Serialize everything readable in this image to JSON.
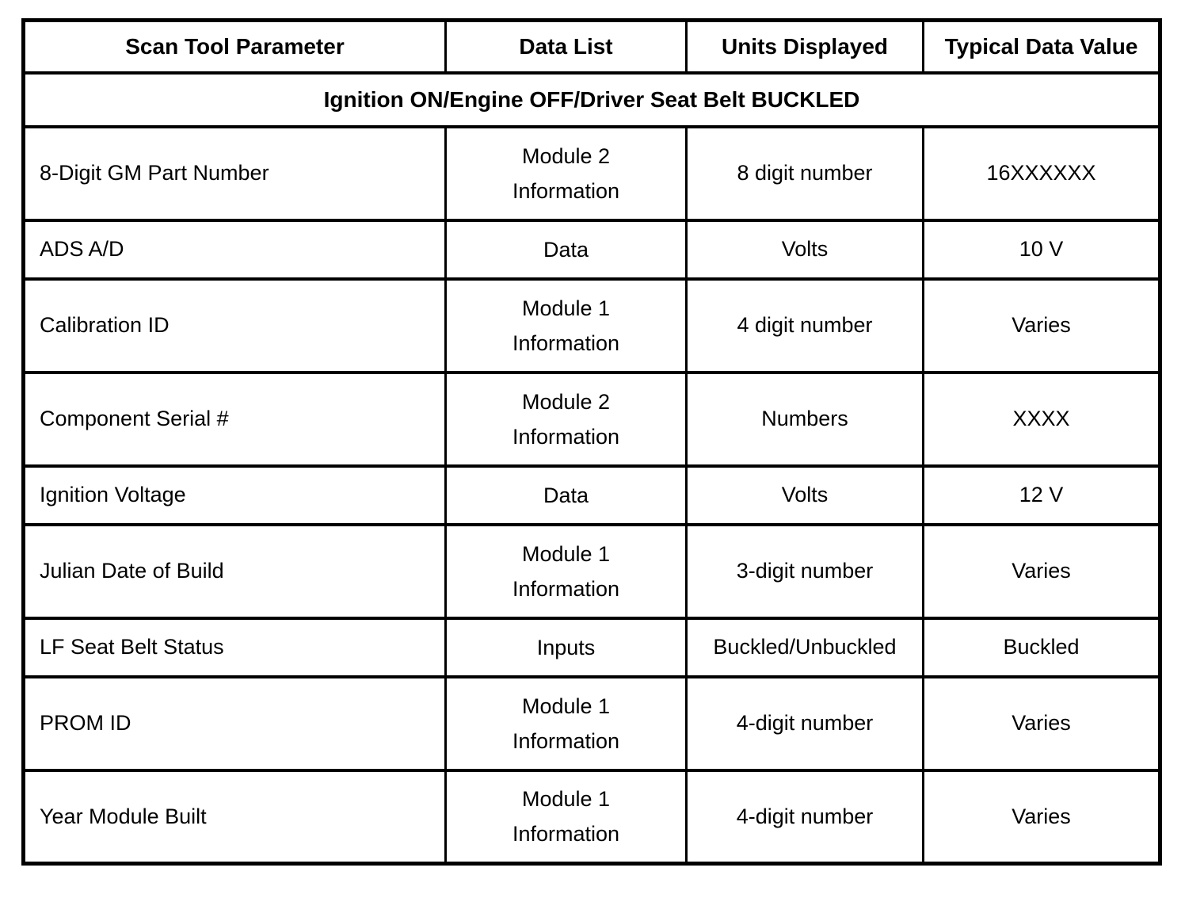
{
  "colors": {
    "border": "#000000",
    "text": "#000000",
    "background": "#ffffff"
  },
  "table": {
    "headers": [
      "Scan Tool Parameter",
      "Data List",
      "Units Displayed",
      "Typical Data Value"
    ],
    "section_title": "Ignition ON/Engine OFF/Driver Seat Belt BUCKLED",
    "rows": [
      {
        "parameter": "8-Digit GM Part Number",
        "data_list": [
          "Module 2",
          "Information"
        ],
        "units": "8 digit number",
        "typical_value": "16XXXXXX"
      },
      {
        "parameter": "ADS A/D",
        "data_list": [
          "Data"
        ],
        "units": "Volts",
        "typical_value": "10 V"
      },
      {
        "parameter": "Calibration ID",
        "data_list": [
          "Module 1",
          "Information"
        ],
        "units": "4 digit number",
        "typical_value": "Varies"
      },
      {
        "parameter": "Component Serial #",
        "data_list": [
          "Module 2",
          "Information"
        ],
        "units": "Numbers",
        "typical_value": "XXXX"
      },
      {
        "parameter": "Ignition Voltage",
        "data_list": [
          "Data"
        ],
        "units": "Volts",
        "typical_value": "12 V"
      },
      {
        "parameter": "Julian Date of Build",
        "data_list": [
          "Module 1",
          "Information"
        ],
        "units": "3-digit number",
        "typical_value": "Varies"
      },
      {
        "parameter": "LF Seat Belt Status",
        "data_list": [
          "Inputs"
        ],
        "units": "Buckled/Unbuckled",
        "typical_value": "Buckled"
      },
      {
        "parameter": "PROM ID",
        "data_list": [
          "Module 1",
          "Information"
        ],
        "units": "4-digit number",
        "typical_value": "Varies"
      },
      {
        "parameter": "Year Module Built",
        "data_list": [
          "Module 1",
          "Information"
        ],
        "units": "4-digit number",
        "typical_value": "Varies"
      }
    ]
  }
}
